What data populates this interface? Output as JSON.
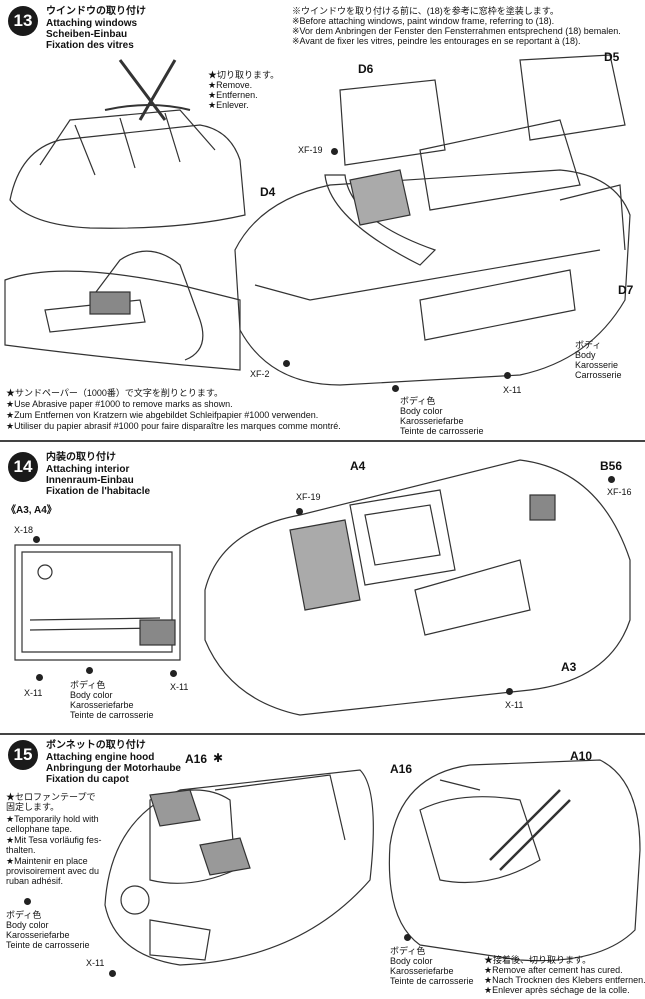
{
  "notes_top": {
    "jp": "※ウインドウを取り付ける前に、(18)を参考に窓枠を塗装します。",
    "en": "※Before attaching windows, paint window frame, referring to (18).",
    "de": "※Vor dem Anbringen der Fenster den Fensterrahmen entsprechend (18) bemalen.",
    "fr": "※Avant de fixer les vitres, peindre les entourages en se reportant à (18)."
  },
  "step13": {
    "number": "13",
    "title_jp": "ウインドウの取り付け",
    "title_en": "Attaching windows",
    "title_de": "Scheiben-Einbau",
    "title_fr": "Fixation des vitres",
    "cut": [
      "★切り取ります。",
      "★Remove.",
      "★Entfernen.",
      "★Enlever."
    ],
    "sand": [
      "★サンドペーパー（1000番）で文字を削りとります。",
      "★Use Abrasive paper #1000 to remove marks as shown.",
      "★Zum Entfernen von Kratzern wie abgebildet Schleifpapier #1000 verwenden.",
      "★Utiliser du papier abrasif #1000 pour faire disparaître les marques comme montré."
    ],
    "parts": {
      "d6": "D6",
      "d5": "D5",
      "d4": "D4",
      "d7": "D7",
      "xf19": "XF-19",
      "xf2": "XF-2",
      "x11": "X-11"
    },
    "body": [
      "ボディ",
      "Body",
      "Karosserie",
      "Carrosserie"
    ],
    "body_color": [
      "ボディ色",
      "Body color",
      "Karosseriefarbe",
      "Teinte de carrosserie"
    ]
  },
  "step14": {
    "number": "14",
    "title_jp": "内装の取り付け",
    "title_en": "Attaching interior",
    "title_de": "Innenraum-Einbau",
    "title_fr": "Fixation de l'habitacle",
    "sub": "《A3, A4》",
    "parts": {
      "x18": "X-18",
      "x11a": "X-11",
      "x11b": "X-11",
      "x11c": "X-11",
      "a4": "A4",
      "a3": "A3",
      "b56": "B56",
      "xf19": "XF-19",
      "xf16": "XF-16"
    },
    "body_color": [
      "ボディ色",
      "Body color",
      "Karosseriefarbe",
      "Teinte de carrosserie"
    ]
  },
  "step15": {
    "number": "15",
    "title_jp": "ボンネットの取り付け",
    "title_en": "Attaching engine hood",
    "title_de": "Anbringung der Motorhaube",
    "title_fr": "Fixation du capot",
    "tape": [
      "★セロファンテープで",
      "固定します。",
      "★Temporarily hold with",
      "cellophane tape.",
      "★Mit Tesa vorläufig fes-",
      "thalten.",
      "★Maintenir en place",
      "provisoirement avec du",
      "ruban adhésif."
    ],
    "parts": {
      "a16a": "A16",
      "a16b": "A16",
      "a10": "A10",
      "x11": "X-11"
    },
    "body_color_l": [
      "ボディ色",
      "Body color",
      "Karosseriefarbe",
      "Teinte de carrosserie"
    ],
    "body_color_r": [
      "ボディ色",
      "Body color",
      "Karosseriefarbe",
      "Teinte de carrosserie"
    ],
    "cement": [
      "★接着後、切り取ります。",
      "★Remove after cement has cured.",
      "★Nach Trocknen des Klebers entfernen.",
      "★Enlever après séchage de la colle."
    ]
  }
}
